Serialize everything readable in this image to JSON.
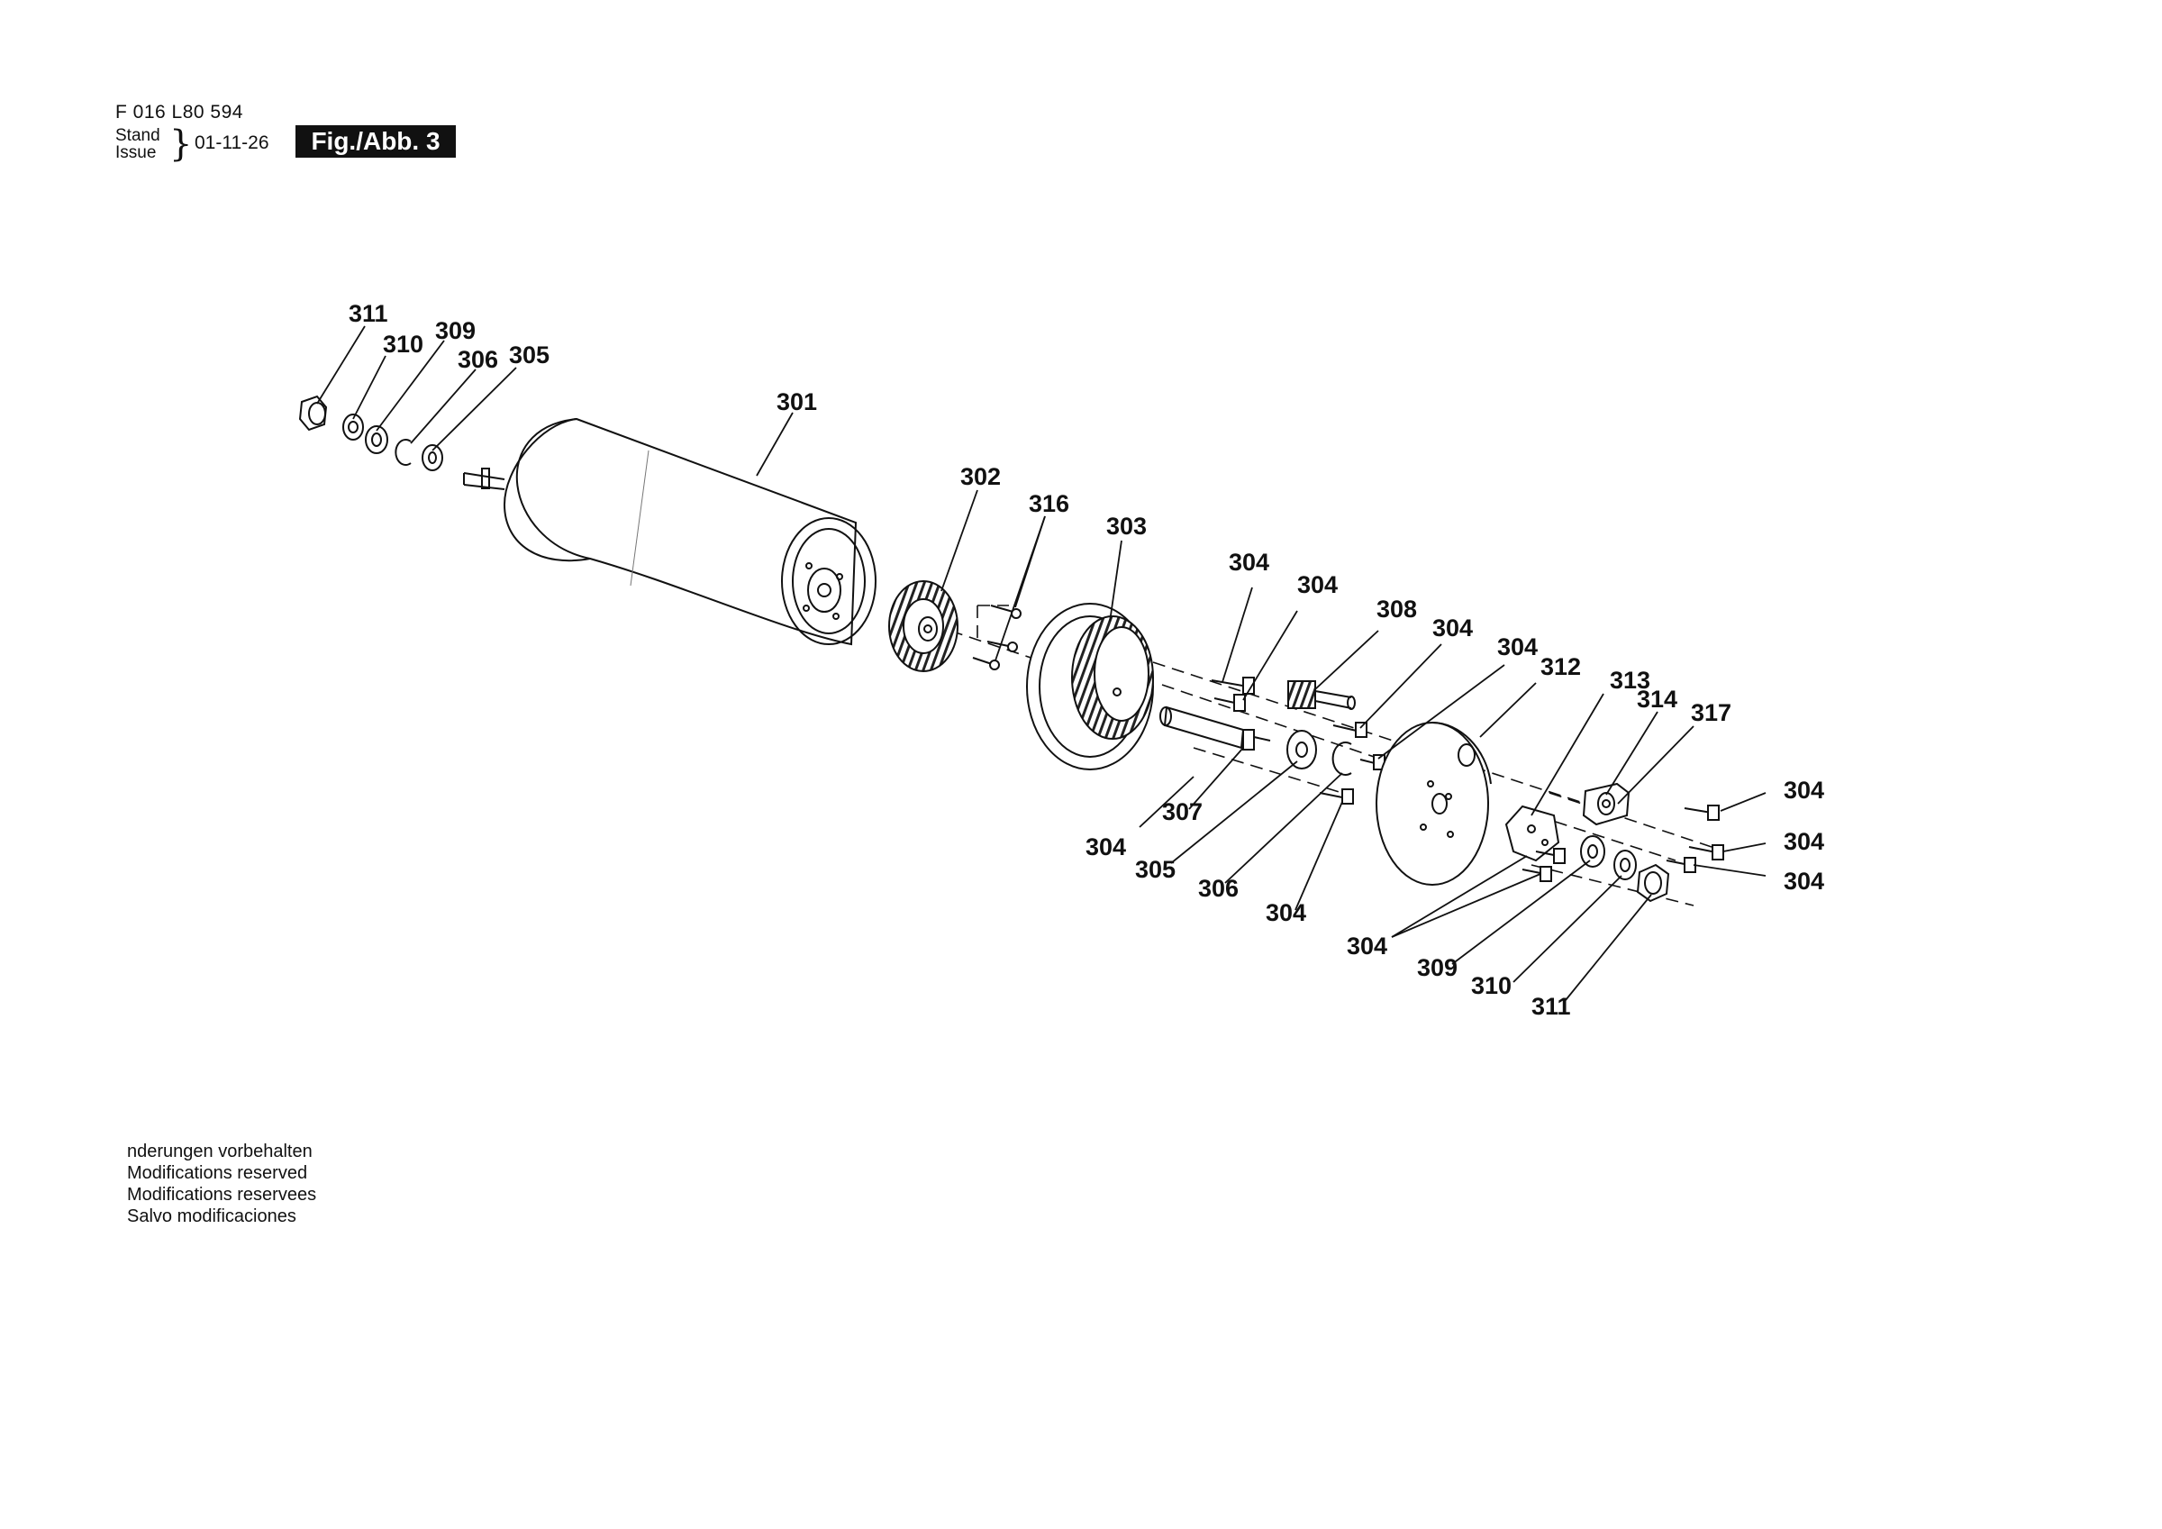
{
  "header": {
    "doc_code": "F 016 L80 594",
    "stand_label": "Stand",
    "issue_label": "Issue",
    "date": "01-11-26",
    "figure_label": "Fig./Abb. 3"
  },
  "notes": [
    "nderungen vorbehalten",
    "Modifications reserved",
    "Modifications reservees",
    "Salvo modificaciones"
  ],
  "callouts": {
    "c311a": "311",
    "c310a": "310",
    "c309a": "309",
    "c306a": "306",
    "c305a": "305",
    "c301": "301",
    "c302": "302",
    "c316": "316",
    "c303": "303",
    "c304a": "304",
    "c304b": "304",
    "c308": "308",
    "c304c": "304",
    "c304d": "304",
    "c312": "312",
    "c313": "313",
    "c314": "314",
    "c317": "317",
    "c304e": "304",
    "c304f": "304",
    "c304g": "304",
    "c304h": "304",
    "c307": "307",
    "c305b": "305",
    "c306b": "306",
    "c304i": "304",
    "c304j": "304",
    "c309b": "309",
    "c310b": "310",
    "c311b": "311"
  }
}
